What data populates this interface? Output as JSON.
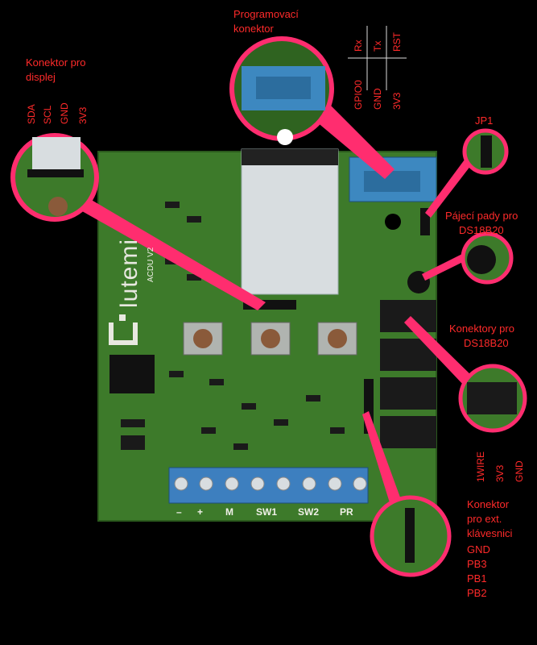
{
  "labels": {
    "prog": [
      "Programovací",
      "konektor"
    ],
    "display": [
      "Konektor pro",
      "displej"
    ],
    "display_pins": [
      "SDA",
      "SCL",
      "GND",
      "3V3"
    ],
    "prog_pins_top": [
      "Rx",
      "Tx",
      "RST"
    ],
    "prog_pins_bottom": [
      "GPIO0",
      "GND",
      "3V3"
    ],
    "jp1": "JP1",
    "pads": [
      "Pájecí pady pro",
      "DS18B20"
    ],
    "connectors": [
      "Konektory pro",
      "DS18B20"
    ],
    "conn_pins": [
      "1WIRE",
      "3V3",
      "GND"
    ],
    "keypad": [
      "Konektor",
      "pro ext.",
      "klávesnici",
      "GND",
      "PB3",
      "PB1",
      "PB2"
    ]
  },
  "board": {
    "brand": "lutemi",
    "model": "ACDU V2",
    "terminal_labels": [
      "–",
      "+",
      "M",
      "SW1",
      "SW2",
      "PR"
    ]
  },
  "colors": {
    "pcb": "#3d7a2a",
    "pcb_dark": "#2f6320",
    "callout": "#ff2d6f",
    "text_red": "#ff2a2a",
    "terminal_blue": "#3d7fbf"
  }
}
